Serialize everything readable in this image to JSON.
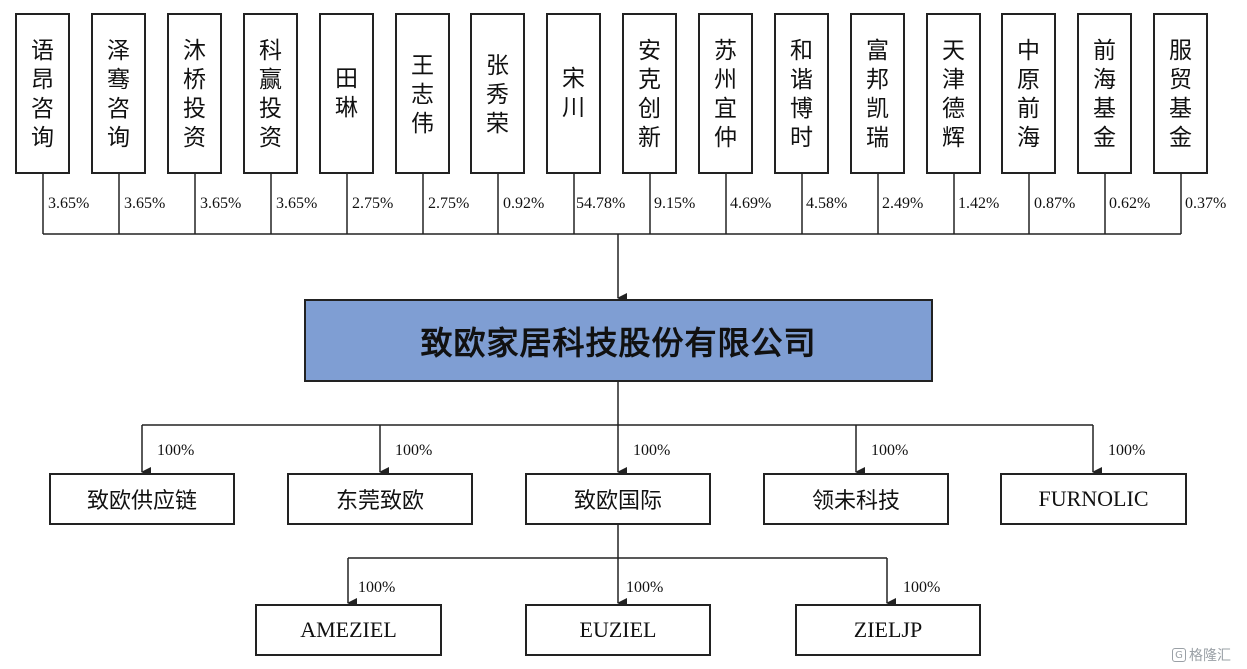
{
  "shareholders": [
    {
      "name": "语\n昂\n咨\n询",
      "pct": "3.65%"
    },
    {
      "name": "泽\n骞\n咨\n询",
      "pct": "3.65%"
    },
    {
      "name": "沐\n桥\n投\n资",
      "pct": "3.65%"
    },
    {
      "name": "科\n赢\n投\n资",
      "pct": "3.65%"
    },
    {
      "name": "田\n琳",
      "pct": "2.75%"
    },
    {
      "name": "王\n志\n伟",
      "pct": "2.75%"
    },
    {
      "name": "张\n秀\n荣",
      "pct": "0.92%"
    },
    {
      "name": "宋\n川",
      "pct": "54.78%"
    },
    {
      "name": "安\n克\n创\n新",
      "pct": "9.15%"
    },
    {
      "name": "苏\n州\n宜\n仲",
      "pct": "4.69%"
    },
    {
      "name": "和\n谐\n博\n时",
      "pct": "4.58%"
    },
    {
      "name": "富\n邦\n凯\n瑞",
      "pct": "2.49%"
    },
    {
      "name": "天\n津\n德\n辉",
      "pct": "1.42%"
    },
    {
      "name": "中\n原\n前\n海",
      "pct": "0.87%"
    },
    {
      "name": "前\n海\n基\n金",
      "pct": "0.62%"
    },
    {
      "name": "服\n贸\n基\n金",
      "pct": "0.37%"
    }
  ],
  "company": "致欧家居科技股份有限公司",
  "subsidiaries": [
    {
      "name": "致欧供应链",
      "pct": "100%"
    },
    {
      "name": "东莞致欧",
      "pct": "100%"
    },
    {
      "name": "致欧国际",
      "pct": "100%"
    },
    {
      "name": "领未科技",
      "pct": "100%"
    },
    {
      "name": "FURNOLIC",
      "pct": "100%"
    }
  ],
  "intl_subsidiaries": [
    {
      "name": "AMEZIEL",
      "pct": "100%"
    },
    {
      "name": "EUZIEL",
      "pct": "100%"
    },
    {
      "name": "ZIELJP",
      "pct": "100%"
    }
  ],
  "watermark": "格隆汇",
  "colors": {
    "company_fill": "#7f9ed3",
    "line": "#222222"
  }
}
